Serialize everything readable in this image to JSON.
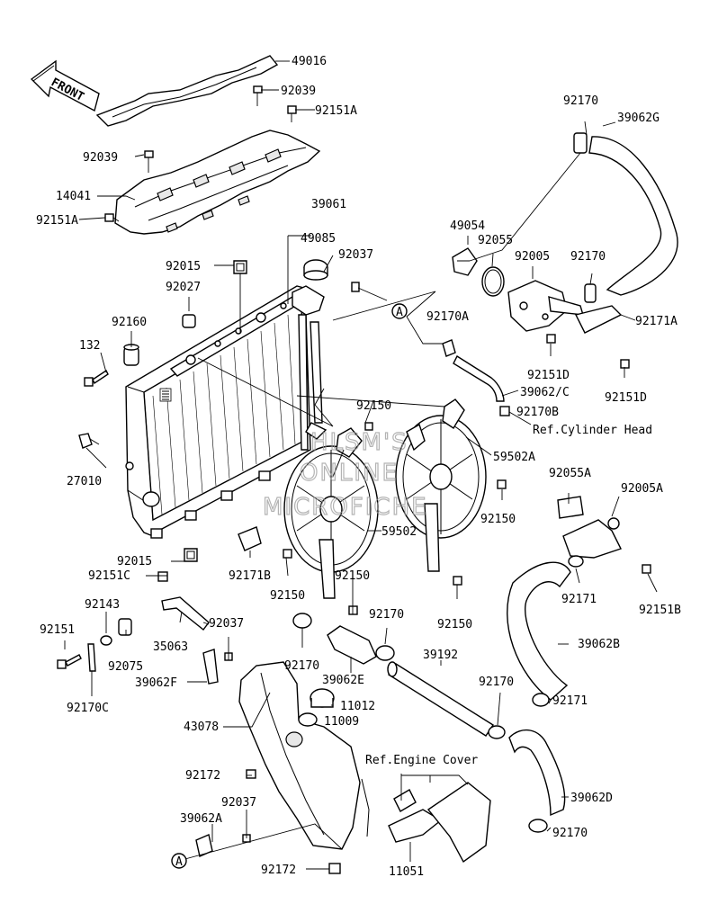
{
  "front_arrow": {
    "text": "FRONT"
  },
  "watermark": {
    "lines": [
      "HLSM'S",
      "ONLINE",
      "MICROFICHE"
    ]
  },
  "callouts": [
    {
      "id": "c-49016",
      "text": "49016"
    },
    {
      "id": "c-92039a",
      "text": "92039"
    },
    {
      "id": "c-92151a-top",
      "text": "92151A"
    },
    {
      "id": "c-92039b",
      "text": "92039"
    },
    {
      "id": "c-14041",
      "text": "14041"
    },
    {
      "id": "c-92151a-left",
      "text": "92151A"
    },
    {
      "id": "c-39061",
      "text": "39061"
    },
    {
      "id": "c-49085",
      "text": "49085"
    },
    {
      "id": "c-92037-top",
      "text": "92037"
    },
    {
      "id": "c-92015-top",
      "text": "92015"
    },
    {
      "id": "c-92027",
      "text": "92027"
    },
    {
      "id": "c-92160",
      "text": "92160"
    },
    {
      "id": "c-132",
      "text": "132"
    },
    {
      "id": "c-27010",
      "text": "27010"
    },
    {
      "id": "c-92150-mid",
      "text": "92150"
    },
    {
      "id": "c-92170-top",
      "text": "92170"
    },
    {
      "id": "c-39062g",
      "text": "39062G"
    },
    {
      "id": "c-49054",
      "text": "49054"
    },
    {
      "id": "c-92055",
      "text": "92055"
    },
    {
      "id": "c-92005",
      "text": "92005"
    },
    {
      "id": "c-92170-mid",
      "text": "92170"
    },
    {
      "id": "c-92170a",
      "text": "92170A"
    },
    {
      "id": "c-92171a",
      "text": "92171A"
    },
    {
      "id": "c-92151d-a",
      "text": "92151D"
    },
    {
      "id": "c-92151d-b",
      "text": "92151D"
    },
    {
      "id": "c-39062c",
      "text": "39062/C"
    },
    {
      "id": "c-92170b",
      "text": "92170B"
    },
    {
      "id": "c-59502a",
      "text": "59502A"
    },
    {
      "id": "c-92055a",
      "text": "92055A"
    },
    {
      "id": "c-92005a",
      "text": "92005A"
    },
    {
      "id": "c-92150-right",
      "text": "92150"
    },
    {
      "id": "c-59502",
      "text": "59502"
    },
    {
      "id": "c-92015-bottom",
      "text": "92015"
    },
    {
      "id": "c-92151c",
      "text": "92151C"
    },
    {
      "id": "c-92171b",
      "text": "92171B"
    },
    {
      "id": "c-92150-lower",
      "text": "92150"
    },
    {
      "id": "c-92150-center",
      "text": "92150"
    },
    {
      "id": "c-92150-fanright",
      "text": "92150"
    },
    {
      "id": "c-92171",
      "text": "92171"
    },
    {
      "id": "c-92151b",
      "text": "92151B"
    },
    {
      "id": "c-92143",
      "text": "92143"
    },
    {
      "id": "c-92037-mid",
      "text": "92037"
    },
    {
      "id": "c-35063",
      "text": "35063"
    },
    {
      "id": "c-92151",
      "text": "92151"
    },
    {
      "id": "c-92075",
      "text": "92075"
    },
    {
      "id": "c-92170-hoseE",
      "text": "92170"
    },
    {
      "id": "c-39062b",
      "text": "39062B"
    },
    {
      "id": "c-39062f",
      "text": "39062F"
    },
    {
      "id": "c-92170-left",
      "text": "92170"
    },
    {
      "id": "c-39062e",
      "text": "39062E"
    },
    {
      "id": "c-39192",
      "text": "39192"
    },
    {
      "id": "c-92170-pipe",
      "text": "92170"
    },
    {
      "id": "c-92170c",
      "text": "92170C"
    },
    {
      "id": "c-11012",
      "text": "11012"
    },
    {
      "id": "c-92171-lower",
      "text": "92171"
    },
    {
      "id": "c-43078",
      "text": "43078"
    },
    {
      "id": "c-11009",
      "text": "11009"
    },
    {
      "id": "c-92172-a",
      "text": "92172"
    },
    {
      "id": "c-92037-bottom",
      "text": "92037"
    },
    {
      "id": "c-39062d",
      "text": "39062D"
    },
    {
      "id": "c-39062a",
      "text": "39062A"
    },
    {
      "id": "c-92170-bottom",
      "text": "92170"
    },
    {
      "id": "c-92172-b",
      "text": "92172"
    },
    {
      "id": "c-11051",
      "text": "11051"
    }
  ],
  "references": [
    {
      "id": "r-cylinder",
      "text": "Ref.Cylinder Head"
    },
    {
      "id": "r-engine",
      "text": "Ref.Engine Cover"
    }
  ],
  "connectors": [
    {
      "id": "conn-a-top",
      "text": "A"
    },
    {
      "id": "conn-a-bottom",
      "text": "A"
    }
  ]
}
